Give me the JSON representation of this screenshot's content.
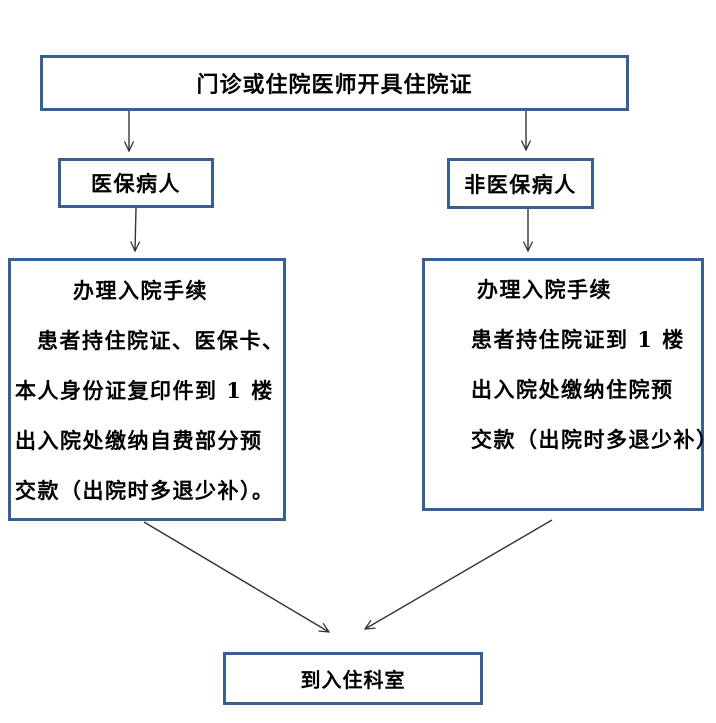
{
  "flowchart": {
    "nodes": {
      "start": {
        "label": "门诊或住院医师开具住院证"
      },
      "insured": {
        "label": "医保病人"
      },
      "non_insured": {
        "label": "非医保病人"
      },
      "insured_detail": {
        "lines": [
          "办理入院手续",
          "患者持住院证、医保卡、",
          "本人身份证复印件到 1 楼",
          "出入院处缴纳自费部分预",
          "交款（出院时多退少补）。"
        ]
      },
      "non_insured_detail": {
        "lines": [
          "办理入院手续",
          "患者持住院证到 1 楼",
          "出入院处缴纳住院预",
          "交款（出院时多退少补）"
        ]
      },
      "end": {
        "label": "到入住科室"
      }
    },
    "edges": [
      {
        "from": "start",
        "to": "insured"
      },
      {
        "from": "start",
        "to": "non_insured"
      },
      {
        "from": "insured",
        "to": "insured_detail"
      },
      {
        "from": "non_insured",
        "to": "non_insured_detail"
      },
      {
        "from": "insured_detail",
        "to": "end"
      },
      {
        "from": "non_insured_detail",
        "to": "end"
      }
    ],
    "colors": {
      "box_border": "#366092",
      "arrow": "#333333",
      "text": "#000000",
      "background": "#ffffff"
    }
  }
}
